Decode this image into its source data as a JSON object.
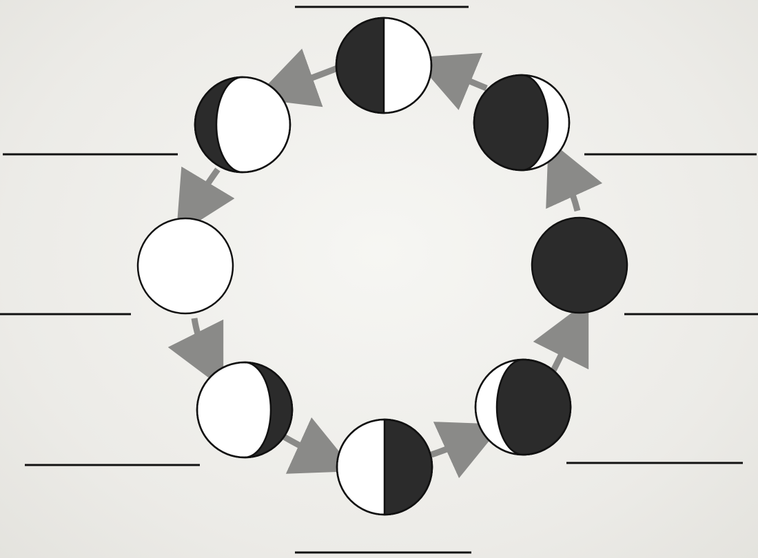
{
  "diagram": {
    "title": "",
    "phases": [
      {
        "id": "top",
        "lit": "right",
        "light_fraction": 0.5
      },
      {
        "id": "upper-right",
        "lit": "right-crescent",
        "light_fraction": 0.15
      },
      {
        "id": "right",
        "lit": "none",
        "light_fraction": 0.0
      },
      {
        "id": "lower-right",
        "lit": "left-crescent",
        "light_fraction": 0.15
      },
      {
        "id": "bottom",
        "lit": "left",
        "light_fraction": 0.5
      },
      {
        "id": "lower-left",
        "lit": "left-gibbous",
        "light_fraction": 0.85
      },
      {
        "id": "left",
        "lit": "full",
        "light_fraction": 1.0
      },
      {
        "id": "upper-left",
        "lit": "right-gibbous",
        "light_fraction": 0.85
      }
    ],
    "answer_blanks": 8,
    "colors": {
      "dark": "#2b2b2b",
      "light": "#ffffff",
      "outline": "#111111",
      "arrow": "#8a8a88",
      "rule": "#111111"
    }
  }
}
